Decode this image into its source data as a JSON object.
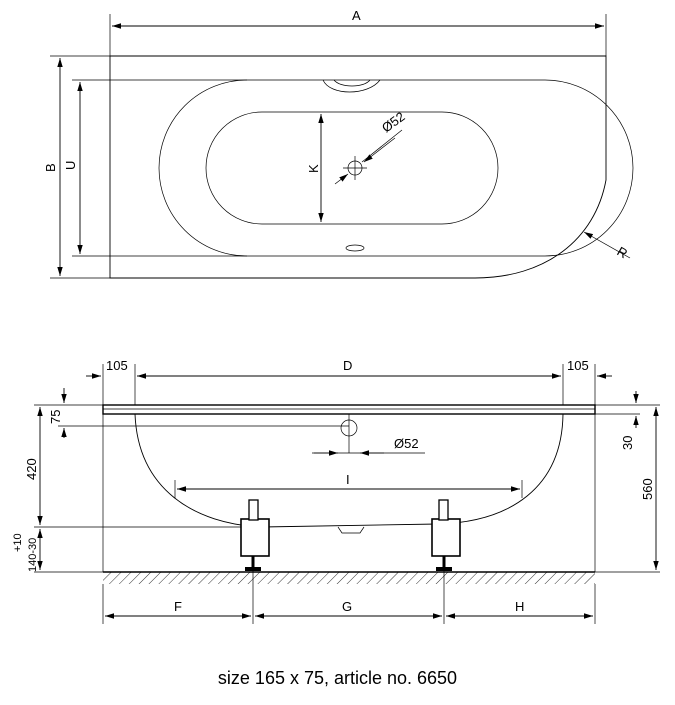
{
  "top_view": {
    "label_a": "A",
    "label_b": "B",
    "label_u": "U",
    "label_k": "K",
    "label_drain": "Ø52",
    "label_r": "R"
  },
  "side_view": {
    "label_left_105": "105",
    "label_d": "D",
    "label_right_105": "105",
    "label_75": "75",
    "label_30": "30",
    "label_420": "420",
    "label_560": "560",
    "label_drain": "Ø52",
    "label_i": "I",
    "label_plus10": "+10",
    "label_140_30": "140-30",
    "label_f": "F",
    "label_g": "G",
    "label_h": "H"
  },
  "caption": "size 165 x 75, article no. 6650",
  "colors": {
    "line": "#000000",
    "background": "#ffffff"
  }
}
